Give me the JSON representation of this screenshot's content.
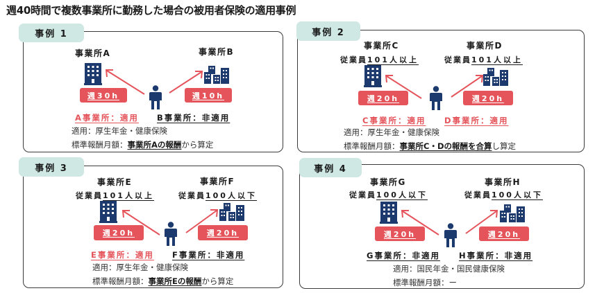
{
  "title": "週40時間で複数事業所に勤務した場合の被用者保険の適用事例",
  "colors": {
    "accent_red": "#e4545a",
    "icon_navy": "#1c3a6e",
    "tab_bg": "#cfe8e4",
    "frame_border": "#3a3a3a"
  },
  "icons": {
    "left_building": "single-tall-building-icon",
    "right_building": "multi-building-cluster-icon",
    "worker": "person-icon",
    "arrow": "red-diagonal-arrow-icon"
  },
  "cases": [
    {
      "label": "事例 1",
      "left": {
        "name": "事業所A",
        "employees_prefix": "",
        "employees": "",
        "hours": "週30h",
        "result": "A事業所：適用",
        "applied": true
      },
      "right": {
        "name": "事業所B",
        "employees_prefix": "",
        "employees": "",
        "hours": "週10h",
        "result": "B事業所：非適用",
        "applied": false
      },
      "coverage": "適用：厚生年金・健康保険",
      "standard_prefix": "標準報酬月額：",
      "standard_bold": "事業所Aの報酬",
      "standard_suffix": "から算定"
    },
    {
      "label": "事例 2",
      "left": {
        "name": "事業所C",
        "employees_prefix": "従業員",
        "employees": "101人以上",
        "hours": "週20h",
        "result": "C事業所：適用",
        "applied": true
      },
      "right": {
        "name": "事業所D",
        "employees_prefix": "従業員",
        "employees": "101人以上",
        "hours": "週20h",
        "result": "D事業所：適用",
        "applied": true
      },
      "coverage": "適用：厚生年金・健康保険",
      "standard_prefix": "標準報酬月額：",
      "standard_bold": "事業所C・Dの報酬を合算",
      "standard_suffix": "し算定"
    },
    {
      "label": "事例 3",
      "left": {
        "name": "事業所E",
        "employees_prefix": "従業員",
        "employees": "101人以上",
        "hours": "週20h",
        "result": "E事業所：適用",
        "applied": true
      },
      "right": {
        "name": "事業所F",
        "employees_prefix": "従業員",
        "employees": "100人以下",
        "hours": "週20h",
        "result": "F事業所：非適用",
        "applied": false
      },
      "coverage": "適用：厚生年金・健康保険",
      "standard_prefix": "標準報酬月額：",
      "standard_bold": "事業所Eの報酬",
      "standard_suffix": "から算定"
    },
    {
      "label": "事例 4",
      "left": {
        "name": "事業所G",
        "employees_prefix": "従業員",
        "employees": "100人以下",
        "hours": "週20h",
        "result": "G事業所：非適用",
        "applied": false
      },
      "right": {
        "name": "事業所H",
        "employees_prefix": "従業員",
        "employees": "100人以下",
        "hours": "週20h",
        "result": "H事業所：非適用",
        "applied": false
      },
      "coverage": "適用：国民年金・国民健康保険",
      "standard_prefix": "標準報酬月額：",
      "standard_bold": "",
      "standard_suffix": "ー"
    }
  ]
}
